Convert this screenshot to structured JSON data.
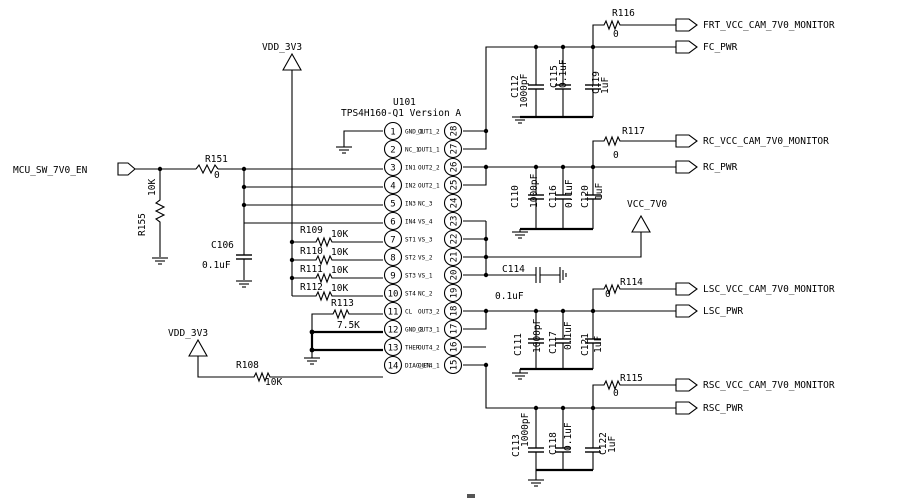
{
  "ic": {
    "ref": "U101",
    "part": "TPS4H160-Q1 Version A"
  },
  "left_pins": [
    {
      "num": "1",
      "name": "GND_1"
    },
    {
      "num": "2",
      "name": "NC_1"
    },
    {
      "num": "3",
      "name": "IN1"
    },
    {
      "num": "4",
      "name": "IN2"
    },
    {
      "num": "5",
      "name": "IN3"
    },
    {
      "num": "6",
      "name": "IN4"
    },
    {
      "num": "7",
      "name": "ST1"
    },
    {
      "num": "8",
      "name": "ST2"
    },
    {
      "num": "9",
      "name": "ST3"
    },
    {
      "num": "10",
      "name": "ST4"
    },
    {
      "num": "11",
      "name": "CL"
    },
    {
      "num": "12",
      "name": "GND_2"
    },
    {
      "num": "13",
      "name": "THER"
    },
    {
      "num": "14",
      "name": "DIAG_EN"
    }
  ],
  "right_pins": [
    {
      "num": "28",
      "name": "OUT1_2"
    },
    {
      "num": "27",
      "name": "OUT1_1"
    },
    {
      "num": "26",
      "name": "OUT2_2"
    },
    {
      "num": "25",
      "name": "OUT2_1"
    },
    {
      "num": "24",
      "name": "NC_3"
    },
    {
      "num": "23",
      "name": "VS_4"
    },
    {
      "num": "22",
      "name": "VS_3"
    },
    {
      "num": "21",
      "name": "VS_2"
    },
    {
      "num": "20",
      "name": "VS_1"
    },
    {
      "num": "19",
      "name": "NC_2"
    },
    {
      "num": "18",
      "name": "OUT3_2"
    },
    {
      "num": "17",
      "name": "OUT3_1"
    },
    {
      "num": "16",
      "name": "OUT4_2"
    },
    {
      "num": "15",
      "name": "OUT4_1"
    }
  ],
  "power": {
    "vdd_top": "VDD_3V3",
    "vdd_bottom": "VDD_3V3",
    "vcc": "VCC_7V0"
  },
  "ports": {
    "mcu_en": "MCU_SW_7V0_EN",
    "frt_mon": "FRT_VCC_CAM_7V0_MONITOR",
    "fc_pwr": "FC_PWR",
    "rc_mon": "RC_VCC_CAM_7V0_MONITOR",
    "rc_pwr": "RC_PWR",
    "lsc_mon": "LSC_VCC_CAM_7V0_MONITOR",
    "lsc_pwr": "LSC_PWR",
    "rsc_mon": "RSC_VCC_CAM_7V0_MONITOR",
    "rsc_pwr": "RSC_PWR"
  },
  "resistors": {
    "r151": {
      "ref": "R151",
      "val": "0"
    },
    "r155": {
      "ref": "R155",
      "val": "10K"
    },
    "r109": {
      "ref": "R109",
      "val": "10K"
    },
    "r110": {
      "ref": "R110",
      "val": "10K"
    },
    "r111": {
      "ref": "R111",
      "val": "10K"
    },
    "r112": {
      "ref": "R112",
      "val": "10K"
    },
    "r113": {
      "ref": "R113",
      "val": "7.5K"
    },
    "r108": {
      "ref": "R108",
      "val": "10K"
    },
    "r116": {
      "ref": "R116",
      "val": "0"
    },
    "r117": {
      "ref": "R117",
      "val": "0"
    },
    "r114": {
      "ref": "R114",
      "val": "0"
    },
    "r115": {
      "ref": "R115",
      "val": "0"
    }
  },
  "capacitors": {
    "c106": {
      "ref": "C106",
      "val": "0.1uF"
    },
    "c114": {
      "ref": "C114",
      "val": "0.1uF"
    },
    "c112": {
      "ref": "C112",
      "val": "1000pF"
    },
    "c115": {
      "ref": "C115",
      "val": "0.1uF"
    },
    "c119": {
      "ref": "C119",
      "val": "1uF"
    },
    "c110": {
      "ref": "C110",
      "val": "1000pF"
    },
    "c116": {
      "ref": "C116",
      "val": "0.1uF"
    },
    "c120": {
      "ref": "C120",
      "val": "1uF"
    },
    "c111": {
      "ref": "C111",
      "val": "1000pF"
    },
    "c117": {
      "ref": "C117",
      "val": "0.1uF"
    },
    "c121": {
      "ref": "C121",
      "val": "1uF"
    },
    "c113": {
      "ref": "C113",
      "val": "1000pF"
    },
    "c118": {
      "ref": "C118",
      "val": "0.1uF"
    },
    "c122": {
      "ref": "C122",
      "val": "1uF"
    }
  }
}
